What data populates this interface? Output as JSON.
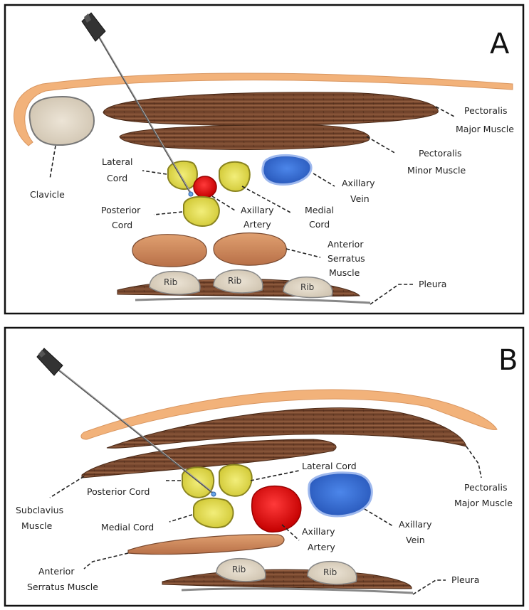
{
  "panels": [
    {
      "letter": "A",
      "labels": {
        "pectoralis_major_1": "Pectoralis",
        "pectoralis_major_2": "Major Muscle",
        "pectoralis_minor_1": "Pectoralis",
        "pectoralis_minor_2": "Minor Muscle",
        "clavicle": "Clavicle",
        "lateral_cord_1": "Lateral",
        "lateral_cord_2": "Cord",
        "posterior_cord_1": "Posterior",
        "posterior_cord_2": "Cord",
        "axillary_artery_1": "Axillary",
        "axillary_artery_2": "Artery",
        "medial_cord_1": "Medial",
        "medial_cord_2": "Cord",
        "axillary_vein_1": "Axillary",
        "axillary_vein_2": "Vein",
        "anterior_serratus_1": "Anterior",
        "anterior_serratus_2": "Serratus",
        "anterior_serratus_3": "Muscle",
        "pleura": "Pleura",
        "rib": "Rib"
      }
    },
    {
      "letter": "B",
      "labels": {
        "lateral_cord": "Lateral Cord",
        "posterior_cord": "Posterior Cord",
        "subclavius_1": "Subclavius",
        "subclavius_2": "Muscle",
        "medial_cord": "Medial Cord",
        "axillary_artery_1": "Axillary",
        "axillary_artery_2": "Artery",
        "axillary_vein_1": "Axillary",
        "axillary_vein_2": "Vein",
        "pectoralis_major_1": "Pectoralis",
        "pectoralis_major_2": "Major Muscle",
        "anterior_serratus_1": "Anterior",
        "anterior_serratus_2": "Serratus Muscle",
        "pleura": "Pleura",
        "rib": "Rib"
      }
    }
  ],
  "colors": {
    "muscle": "#7a4a30",
    "clavicle_band": "#f2b27a",
    "nerve_cord": "#e3dd4a",
    "artery": "#e01010",
    "vein": "#3a6fd6",
    "rib": "#d9cfc0",
    "serratus": "#d08a5a"
  }
}
